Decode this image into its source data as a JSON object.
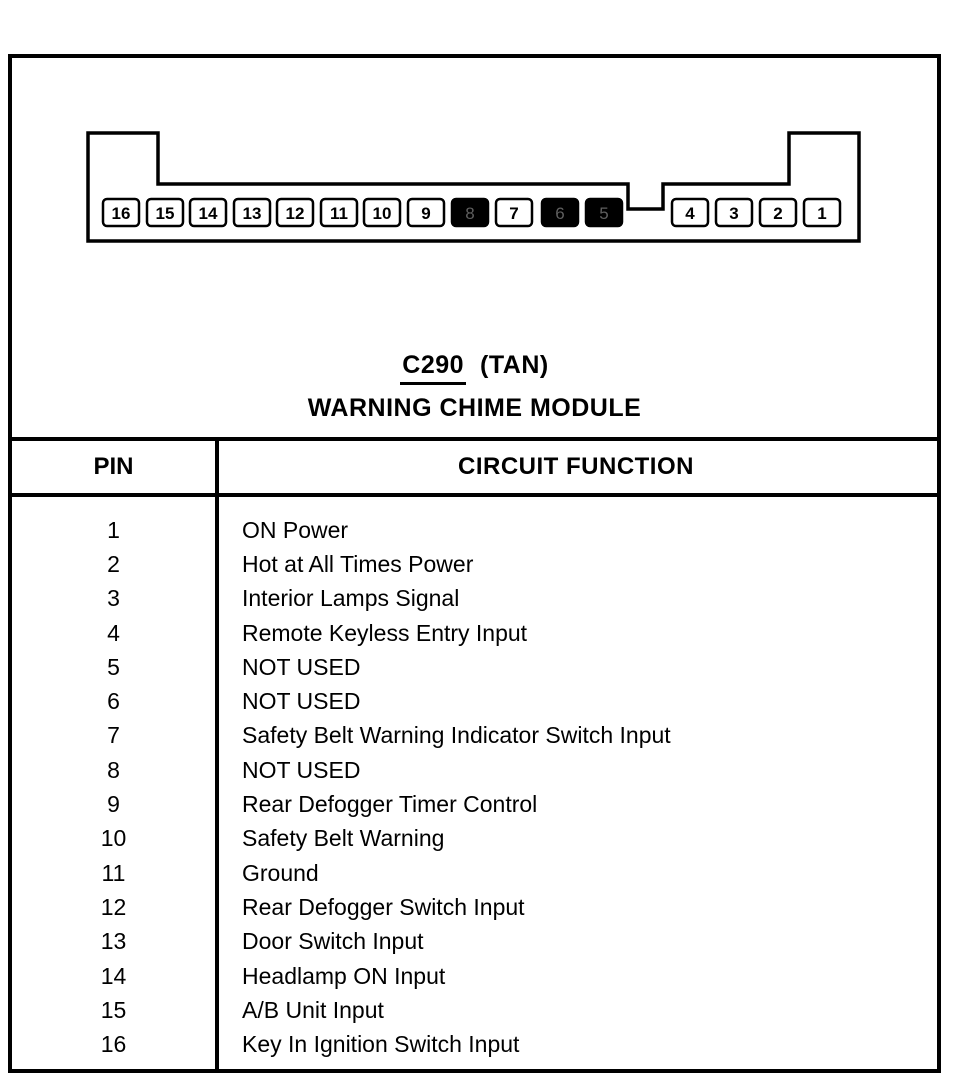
{
  "document": {
    "connector_label": "C290",
    "connector_color": "(TAN)",
    "module_name": "WARNING CHIME MODULE"
  },
  "connector": {
    "pins": [
      {
        "label": "16",
        "filled": false
      },
      {
        "label": "15",
        "filled": false
      },
      {
        "label": "14",
        "filled": false
      },
      {
        "label": "13",
        "filled": false
      },
      {
        "label": "12",
        "filled": false
      },
      {
        "label": "11",
        "filled": false
      },
      {
        "label": "10",
        "filled": false
      },
      {
        "label": "9",
        "filled": false
      },
      {
        "label": "8",
        "filled": true
      },
      {
        "label": "7",
        "filled": false
      },
      {
        "label": "6",
        "filled": true
      },
      {
        "label": "5",
        "filled": true
      },
      {
        "label": "4",
        "filled": false
      },
      {
        "label": "3",
        "filled": false
      },
      {
        "label": "2",
        "filled": false
      },
      {
        "label": "1",
        "filled": false
      }
    ]
  },
  "table": {
    "headers": {
      "pin": "PIN",
      "function": "CIRCUIT FUNCTION"
    },
    "rows": [
      {
        "pin": "1",
        "function": "ON Power"
      },
      {
        "pin": "2",
        "function": "Hot at All Times Power"
      },
      {
        "pin": "3",
        "function": "Interior Lamps Signal"
      },
      {
        "pin": "4",
        "function": "Remote Keyless Entry Input"
      },
      {
        "pin": "5",
        "function": "NOT USED"
      },
      {
        "pin": "6",
        "function": "NOT USED"
      },
      {
        "pin": "7",
        "function": "Safety Belt Warning Indicator Switch Input"
      },
      {
        "pin": "8",
        "function": "NOT USED"
      },
      {
        "pin": "9",
        "function": "Rear Defogger Timer Control"
      },
      {
        "pin": "10",
        "function": "Safety Belt Warning"
      },
      {
        "pin": "11",
        "function": "Ground"
      },
      {
        "pin": "12",
        "function": "Rear Defogger Switch Input"
      },
      {
        "pin": "13",
        "function": "Door Switch Input"
      },
      {
        "pin": "14",
        "function": "Headlamp ON Input"
      },
      {
        "pin": "15",
        "function": "A/B Unit Input"
      },
      {
        "pin": "16",
        "function": "Key In Ignition Switch Input"
      }
    ]
  }
}
